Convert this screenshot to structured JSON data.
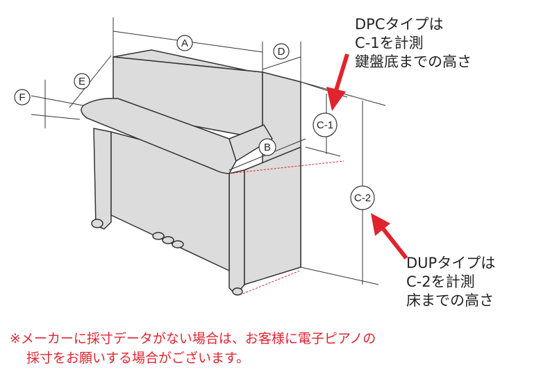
{
  "labels": {
    "A": "A",
    "B": "B",
    "C1": "C-1",
    "C2": "C-2",
    "D": "D",
    "E": "E",
    "F": "F"
  },
  "dpc_note": [
    "DPCタイプは",
    "C-1を計測",
    "鍵盤底までの高さ"
  ],
  "dup_note": [
    "DUPタイプは",
    "C-2を計測",
    "床までの高さ"
  ],
  "footnote": [
    "※メーカーに採寸データがない場合は、お客様に電子ピアノの",
    "採寸をお願いする場合がございます。"
  ],
  "colors": {
    "accent": "#e0242f",
    "body": "#dcdcdc",
    "outline": "#333333"
  }
}
